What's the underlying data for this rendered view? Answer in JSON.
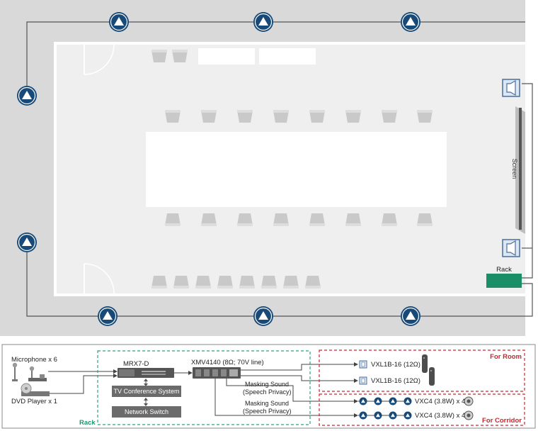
{
  "floor": {
    "screen_label": "Screen",
    "rack_label": "Rack"
  },
  "diagram": {
    "mic_label": "Microphone x 6",
    "dvd_label": "DVD Player x 1",
    "mrx_label": "MRX7-D",
    "tvconf_label": "TV Conference System",
    "netswitch_label": "Network Switch",
    "xmv_label": "XMV4140 (8Ω; 70V line)",
    "masking1_line1": "Masking Sound",
    "masking1_line2": "(Speech Privacy)",
    "masking2_line1": "Masking Sound",
    "masking2_line2": "(Speech Privacy)",
    "rack_group_label": "Rack",
    "vxl1_label": "VXL1B-16 (12Ω)",
    "vxl2_label": "VXL1B-16 (12Ω)",
    "vxc1_label": "VXC4 (3.8W) x 4",
    "vxc2_label": "VXC4 (3.8W) x 4",
    "for_room_label": "For Room",
    "for_corridor_label": "For Corridor"
  },
  "colors": {
    "speaker_blue": "#174a78",
    "outer_gray": "#d9d9d9",
    "room_gray": "#efefef",
    "rack_green": "#1a8f67",
    "rack_dash_green": "#2aa57c",
    "accent_red": "#c62830",
    "device_gray": "#555555"
  }
}
